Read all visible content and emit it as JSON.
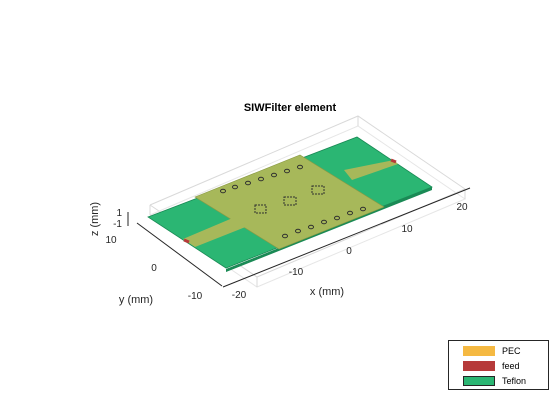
{
  "title": "SIWFilter element",
  "axes": {
    "xlabel": "x (mm)",
    "ylabel": "y (mm)",
    "zlabel": "z (mm)",
    "x_ticks": [
      "-20",
      "-10",
      "0",
      "10",
      "20"
    ],
    "y_ticks": [
      "-10",
      "0",
      "10"
    ],
    "z_ticks": [
      "-1",
      "1"
    ]
  },
  "legend": {
    "items": [
      {
        "label": "PEC",
        "color": "#f5b942"
      },
      {
        "label": "feed",
        "color": "#b63a3a"
      },
      {
        "label": "Teflon",
        "color": "#2bb673"
      }
    ]
  },
  "colors": {
    "substrate": "#2bb673",
    "substrate_edge": "#1a8a55",
    "pec_overlay": "#a7b85a",
    "feed": "#b63a3a",
    "via": "#333333"
  }
}
